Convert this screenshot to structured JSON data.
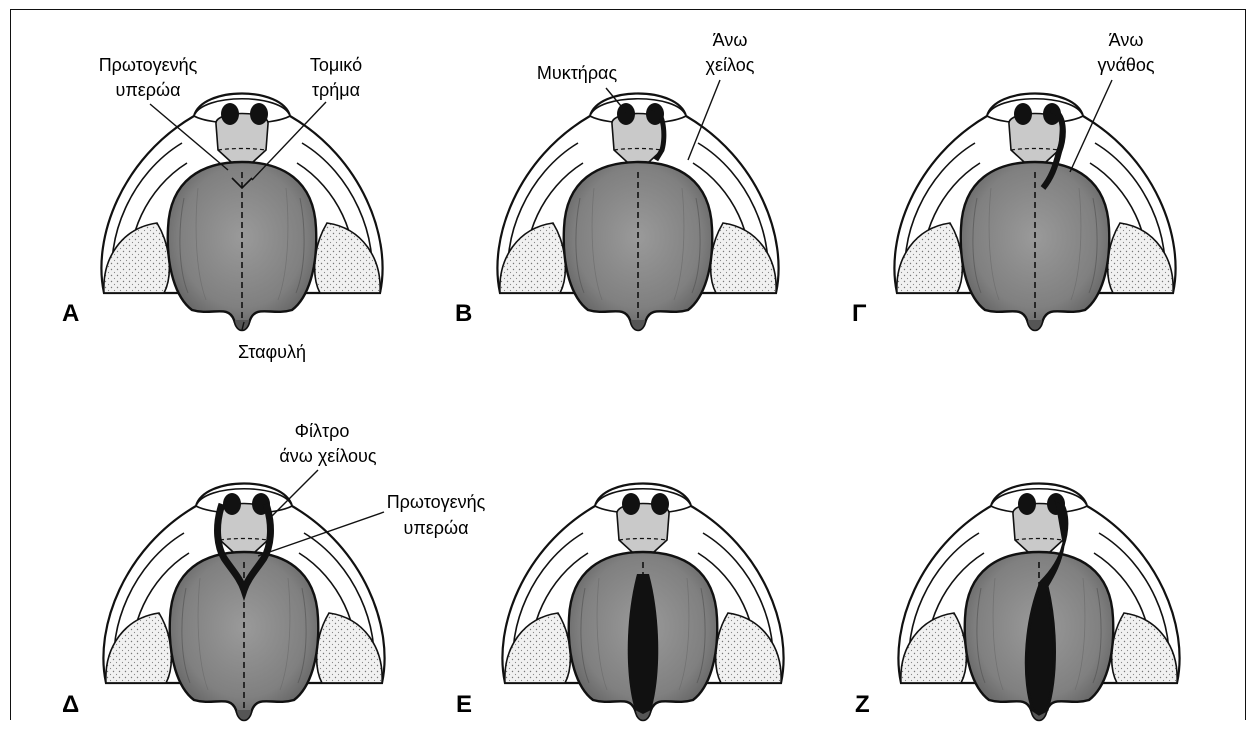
{
  "panels": [
    {
      "letter": "Α",
      "labels": [
        "Πρωτογενής",
        "υπερώα",
        "Τομικό",
        "τρήμα",
        "Σταφυλή"
      ]
    },
    {
      "letter": "Β",
      "labels": [
        "Μυκτήρας",
        "Άνω",
        "χείλος"
      ]
    },
    {
      "letter": "Γ",
      "labels": [
        "Άνω",
        "γνάθος"
      ]
    },
    {
      "letter": "Δ",
      "labels": [
        "Φίλτρο",
        "άνω χείλους",
        "Πρωτογενής",
        "υπερώα"
      ]
    },
    {
      "letter": "Ε",
      "labels": []
    },
    {
      "letter": "Ζ",
      "labels": []
    }
  ]
}
